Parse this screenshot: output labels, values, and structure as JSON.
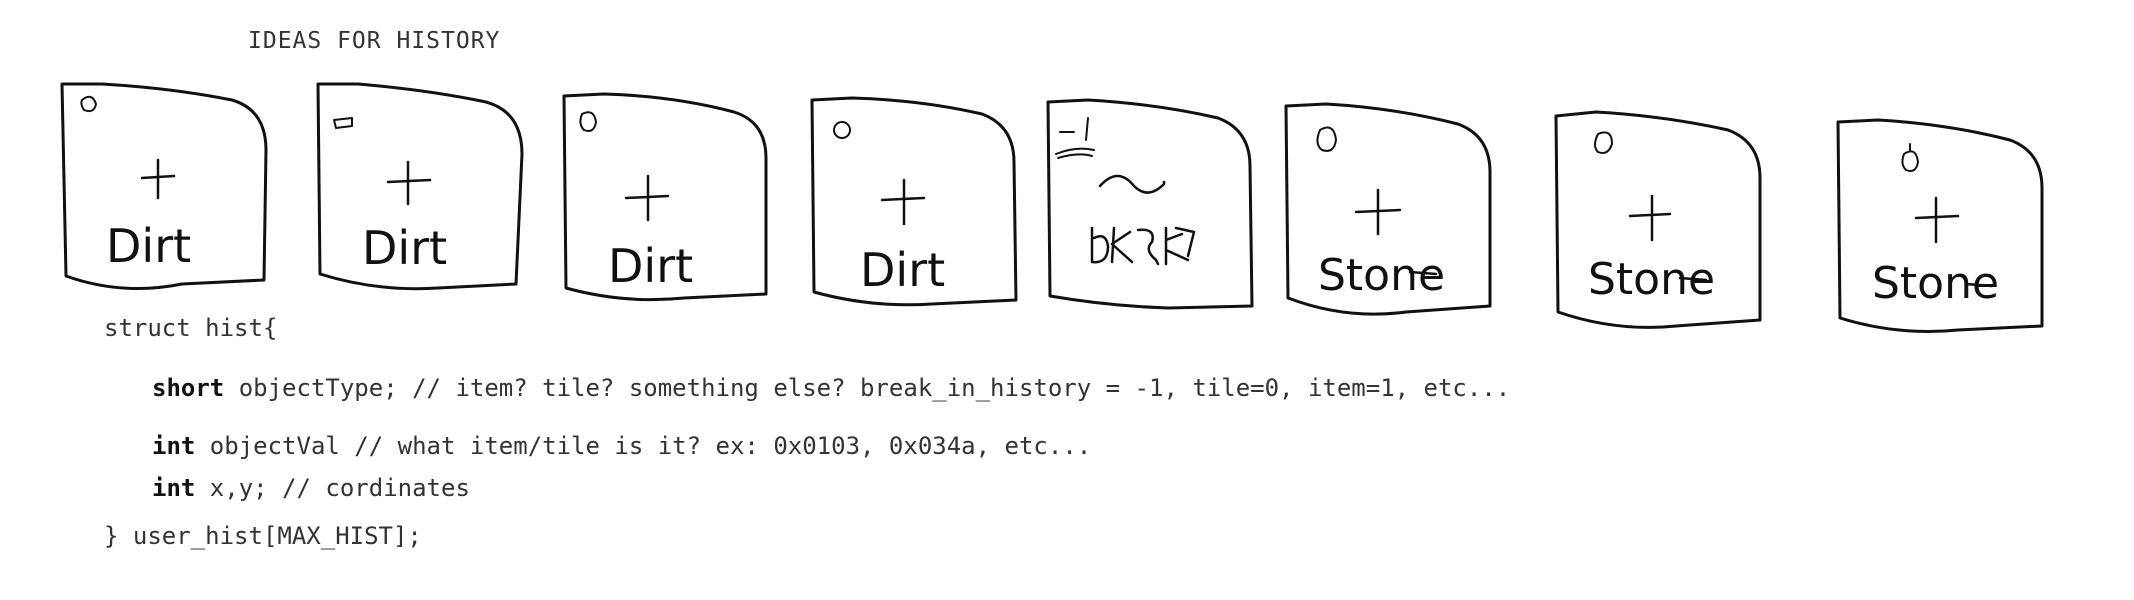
{
  "page_title": "IDEAS FOR HISTORY",
  "cards": [
    {
      "label": "Dirt",
      "icon": "dirt-corner-icon"
    },
    {
      "label": "Dirt",
      "icon": "dirt-corner-icon"
    },
    {
      "label": "Dirt",
      "icon": "dirt-corner-icon"
    },
    {
      "label": "Dirt",
      "icon": "dirt-corner-icon"
    },
    {
      "label": "",
      "icon": "break-scribble-icon"
    },
    {
      "label": "Stone",
      "icon": "stone-corner-icon"
    },
    {
      "label": "Stone",
      "icon": "stone-corner-icon"
    },
    {
      "label": "Stone",
      "icon": "stone-corner-icon"
    }
  ],
  "code": {
    "line1": "struct hist{",
    "line2_kw": "short",
    "line2_rest": " objectType; // item? tile? something else? break_in_history = -1, tile=0, item=1, etc...",
    "line3_kw": "int",
    "line3_rest": " objectVal // what item/tile is it? ex: 0x0103, 0x034a, etc...",
    "line4_kw": "int",
    "line4_rest": " x,y; // cordinates",
    "line5": "} user_hist[MAX_HIST];"
  }
}
